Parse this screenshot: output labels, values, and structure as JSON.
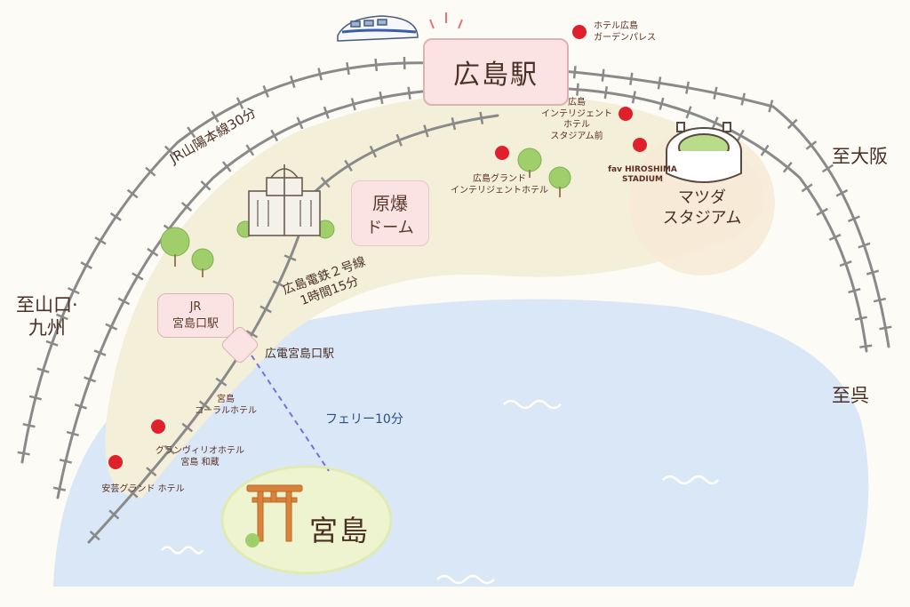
{
  "stations": {
    "hiroshima": "広島駅",
    "jr_miyajimaguchi": [
      "JR",
      "宮島口駅"
    ],
    "hiroden_miyajimaguchi": "広電宮島口駅"
  },
  "landmarks": {
    "genbaku_dome": [
      "原爆",
      "ドーム"
    ],
    "mazda_stadium": [
      "マツダ",
      "スタジアム"
    ],
    "miyajima": "宮島"
  },
  "routes": {
    "jr_sanyo": "JR山陽本線30分",
    "hiroden_line2": [
      "広島電鉄２号線",
      "1時間15分"
    ],
    "ferry": "フェリー10分"
  },
  "directions": {
    "yamaguchi_kyushu": [
      "至山口·",
      "九州"
    ],
    "osaka": "至大阪",
    "kure": "至呉"
  },
  "hotels": [
    {
      "id": "garden-palace",
      "lines": [
        "ホテル広島",
        "ガーデンパレス"
      ]
    },
    {
      "id": "intelligent-stadium",
      "lines": [
        "広島",
        "インテリジェント",
        "ホテル",
        "スタジアム前"
      ]
    },
    {
      "id": "fav-hiroshima",
      "lines": [
        "fav HIROSHIMA",
        "STADIUM"
      ]
    },
    {
      "id": "grand-intelligent",
      "lines": [
        "広島グランド",
        "インテリジェントホテル"
      ]
    },
    {
      "id": "miyajima-coral",
      "lines": [
        "宮島",
        "コーラルホテル"
      ]
    },
    {
      "id": "granvillo",
      "lines": [
        "グランヴィリオホテル",
        "宮島 和蔵"
      ]
    },
    {
      "id": "aki-grand",
      "lines": [
        "安芸グランド ホテル"
      ]
    }
  ],
  "colors": {
    "sea": "#d9e7f7",
    "land": "#f3efd9",
    "island": "#eef4cf",
    "station_box": "#fbe3e3",
    "rail": "#8a8a8a",
    "hotel_dot": "#e0202a",
    "ferry_line": "#7b6fd6",
    "ferry_label": "#2a4f86"
  }
}
